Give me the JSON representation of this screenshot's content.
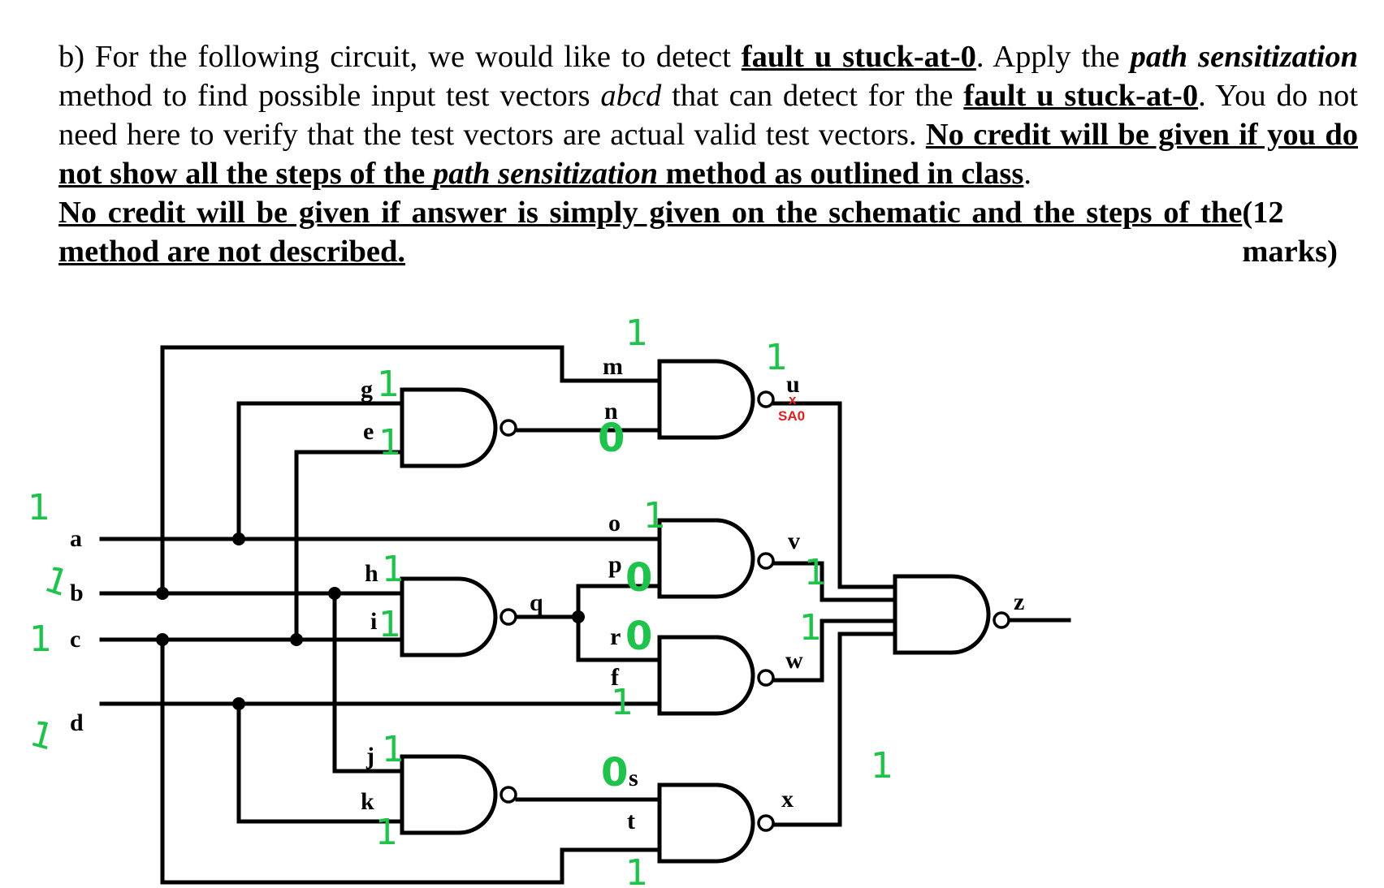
{
  "question": {
    "t1": "b) For the following circuit, we would like to detect ",
    "t2": "fault u stuck-at-0",
    "t3": ". Apply the ",
    "t4": "path sensitization",
    "t5": " method to find possible input test vectors ",
    "t6": "abcd",
    "t7": " that can detect for the ",
    "t8": "fault u stuck-at-0",
    "t9": ". You do not need here to verify that the test vectors are actual valid test vectors. ",
    "t10": "No credit will be given if you do not show all the steps of the ",
    "t11": "path sensitization",
    "t12": " method as outlined in class",
    "t13": ". ",
    "t14": "No credit will be given if answer is simply given on the schematic and the steps of the method are not described.",
    "marks": "(12 marks)"
  },
  "circuit": {
    "inputs": [
      "a",
      "b",
      "c",
      "d"
    ],
    "gate_inputs": [
      "g",
      "e",
      "h",
      "i",
      "j",
      "k",
      "m",
      "n",
      "o",
      "p",
      "r",
      "f",
      "s",
      "t"
    ],
    "gate_outputs": [
      "q",
      "u",
      "v",
      "w",
      "x"
    ],
    "output": "z",
    "fault_mark": "x",
    "fault_label": "SA0",
    "fault_color": "#e02020"
  },
  "annotations": {
    "color": "#1fc24a",
    "input_values": [
      "1",
      "1",
      "1",
      "1"
    ],
    "g": "1",
    "e": "1",
    "h": "1",
    "i": "1",
    "j": "1",
    "k": "1",
    "m": "1",
    "n": "0",
    "o": "1",
    "p": "0",
    "r": "0",
    "f": "1",
    "s": "0",
    "t": "1",
    "u": "1",
    "v": "1",
    "w": "1",
    "x": "1"
  }
}
